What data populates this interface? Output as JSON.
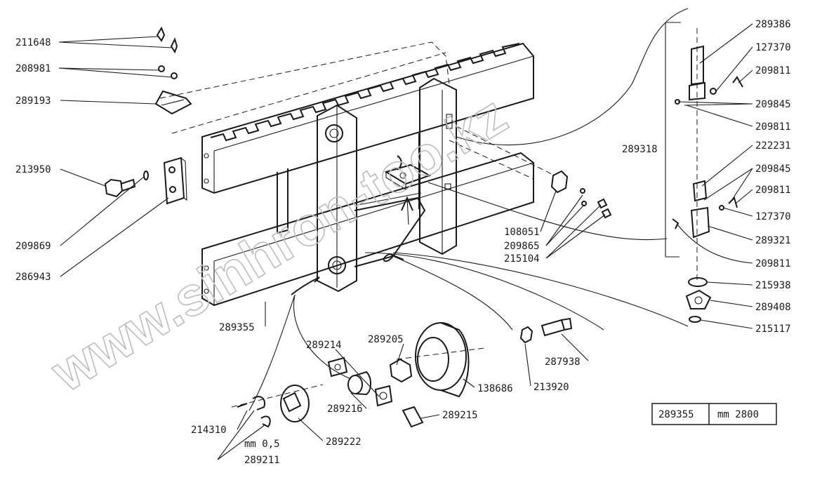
{
  "part_labels": [
    "211648",
    "208981",
    "289193",
    "213950",
    "209869",
    "286943",
    "289355",
    "108051",
    "209865",
    "215104",
    "289386",
    "127370",
    "209811",
    "209845",
    "209811",
    "289318",
    "222231",
    "209845",
    "209811",
    "127370",
    "289321",
    "209811",
    "215938",
    "289408",
    "215117",
    "289214",
    "289205",
    "138686",
    "213920",
    "287938",
    "289216",
    "289215",
    "214310",
    "289222",
    "mm 0,5",
    "289211"
  ],
  "spec_table": {
    "part_number": "289355",
    "length": "mm 2800"
  },
  "watermark": "www.sinhron-too.kz",
  "icons": [
    "fork-carriage-frame",
    "bearing-roller",
    "fastener-bolt",
    "nut",
    "washer",
    "latch-pin"
  ]
}
